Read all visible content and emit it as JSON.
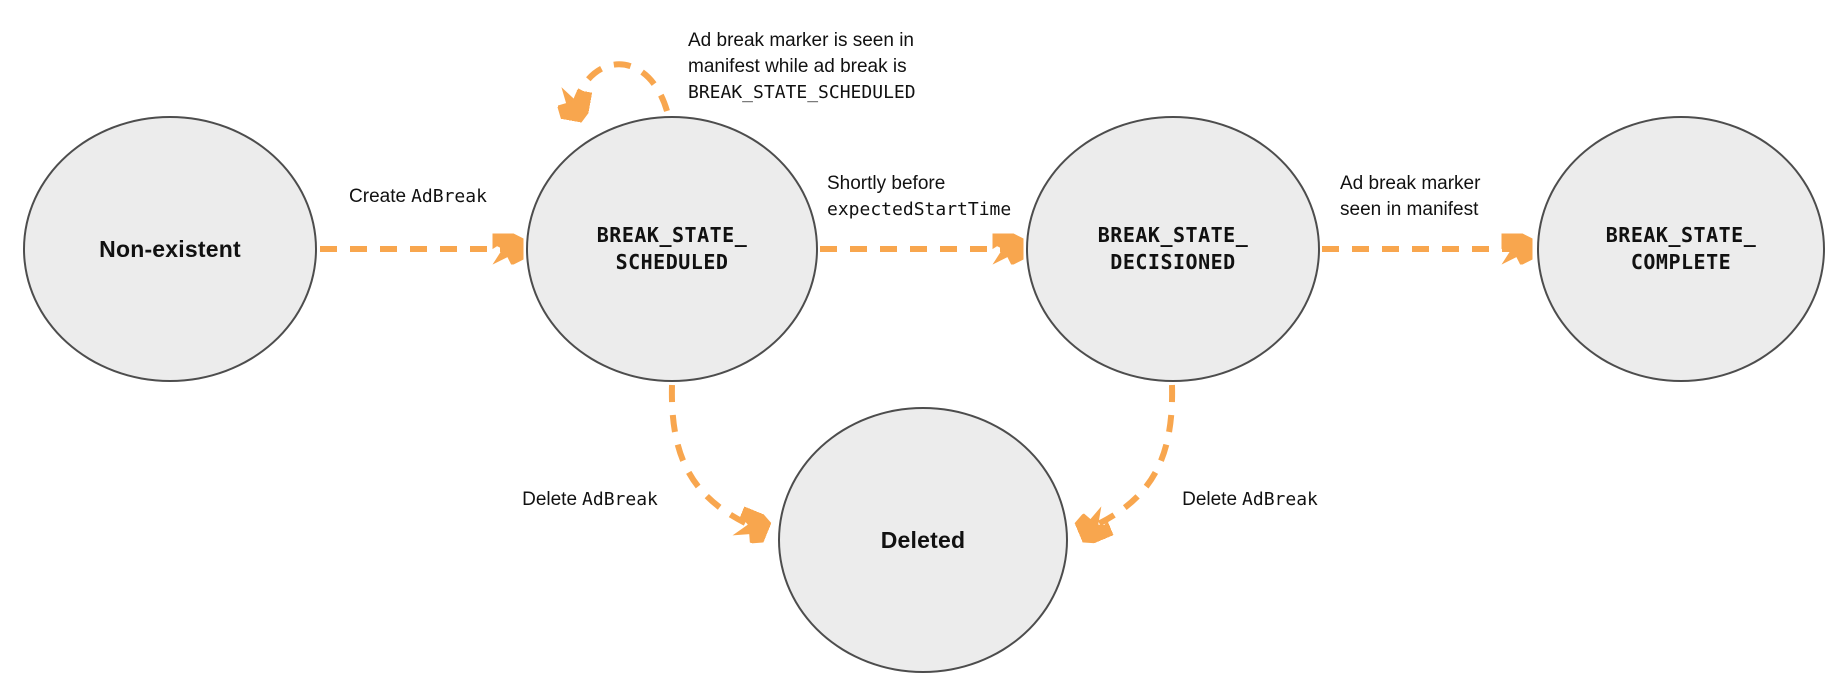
{
  "colors": {
    "accent": "#F8A64E",
    "fill": "#ECECEC",
    "border": "#4D4D4D",
    "ink": "#111111"
  },
  "states": {
    "non_existent": {
      "label": "Non-existent"
    },
    "scheduled": {
      "line1": "BREAK_STATE_",
      "line2": "SCHEDULED"
    },
    "decisioned": {
      "line1": "BREAK_STATE_",
      "line2": "DECISIONED"
    },
    "complete": {
      "line1": "BREAK_STATE_",
      "line2": "COMPLETE"
    },
    "deleted": {
      "label": "Deleted"
    }
  },
  "edges": {
    "create": {
      "text": "Create",
      "code": "AdBreak"
    },
    "self_loop": {
      "line1": "Ad break marker is seen in",
      "line2": "manifest while ad break is",
      "code": "BREAK_STATE_SCHEDULED"
    },
    "to_decisioned": {
      "text": "Shortly before",
      "code": "expectedStartTime"
    },
    "to_complete": {
      "line1": "Ad break marker",
      "line2": "seen in manifest"
    },
    "delete_from_scheduled": {
      "text": "Delete",
      "code": "AdBreak"
    },
    "delete_from_decisioned": {
      "text": "Delete",
      "code": "AdBreak"
    }
  }
}
